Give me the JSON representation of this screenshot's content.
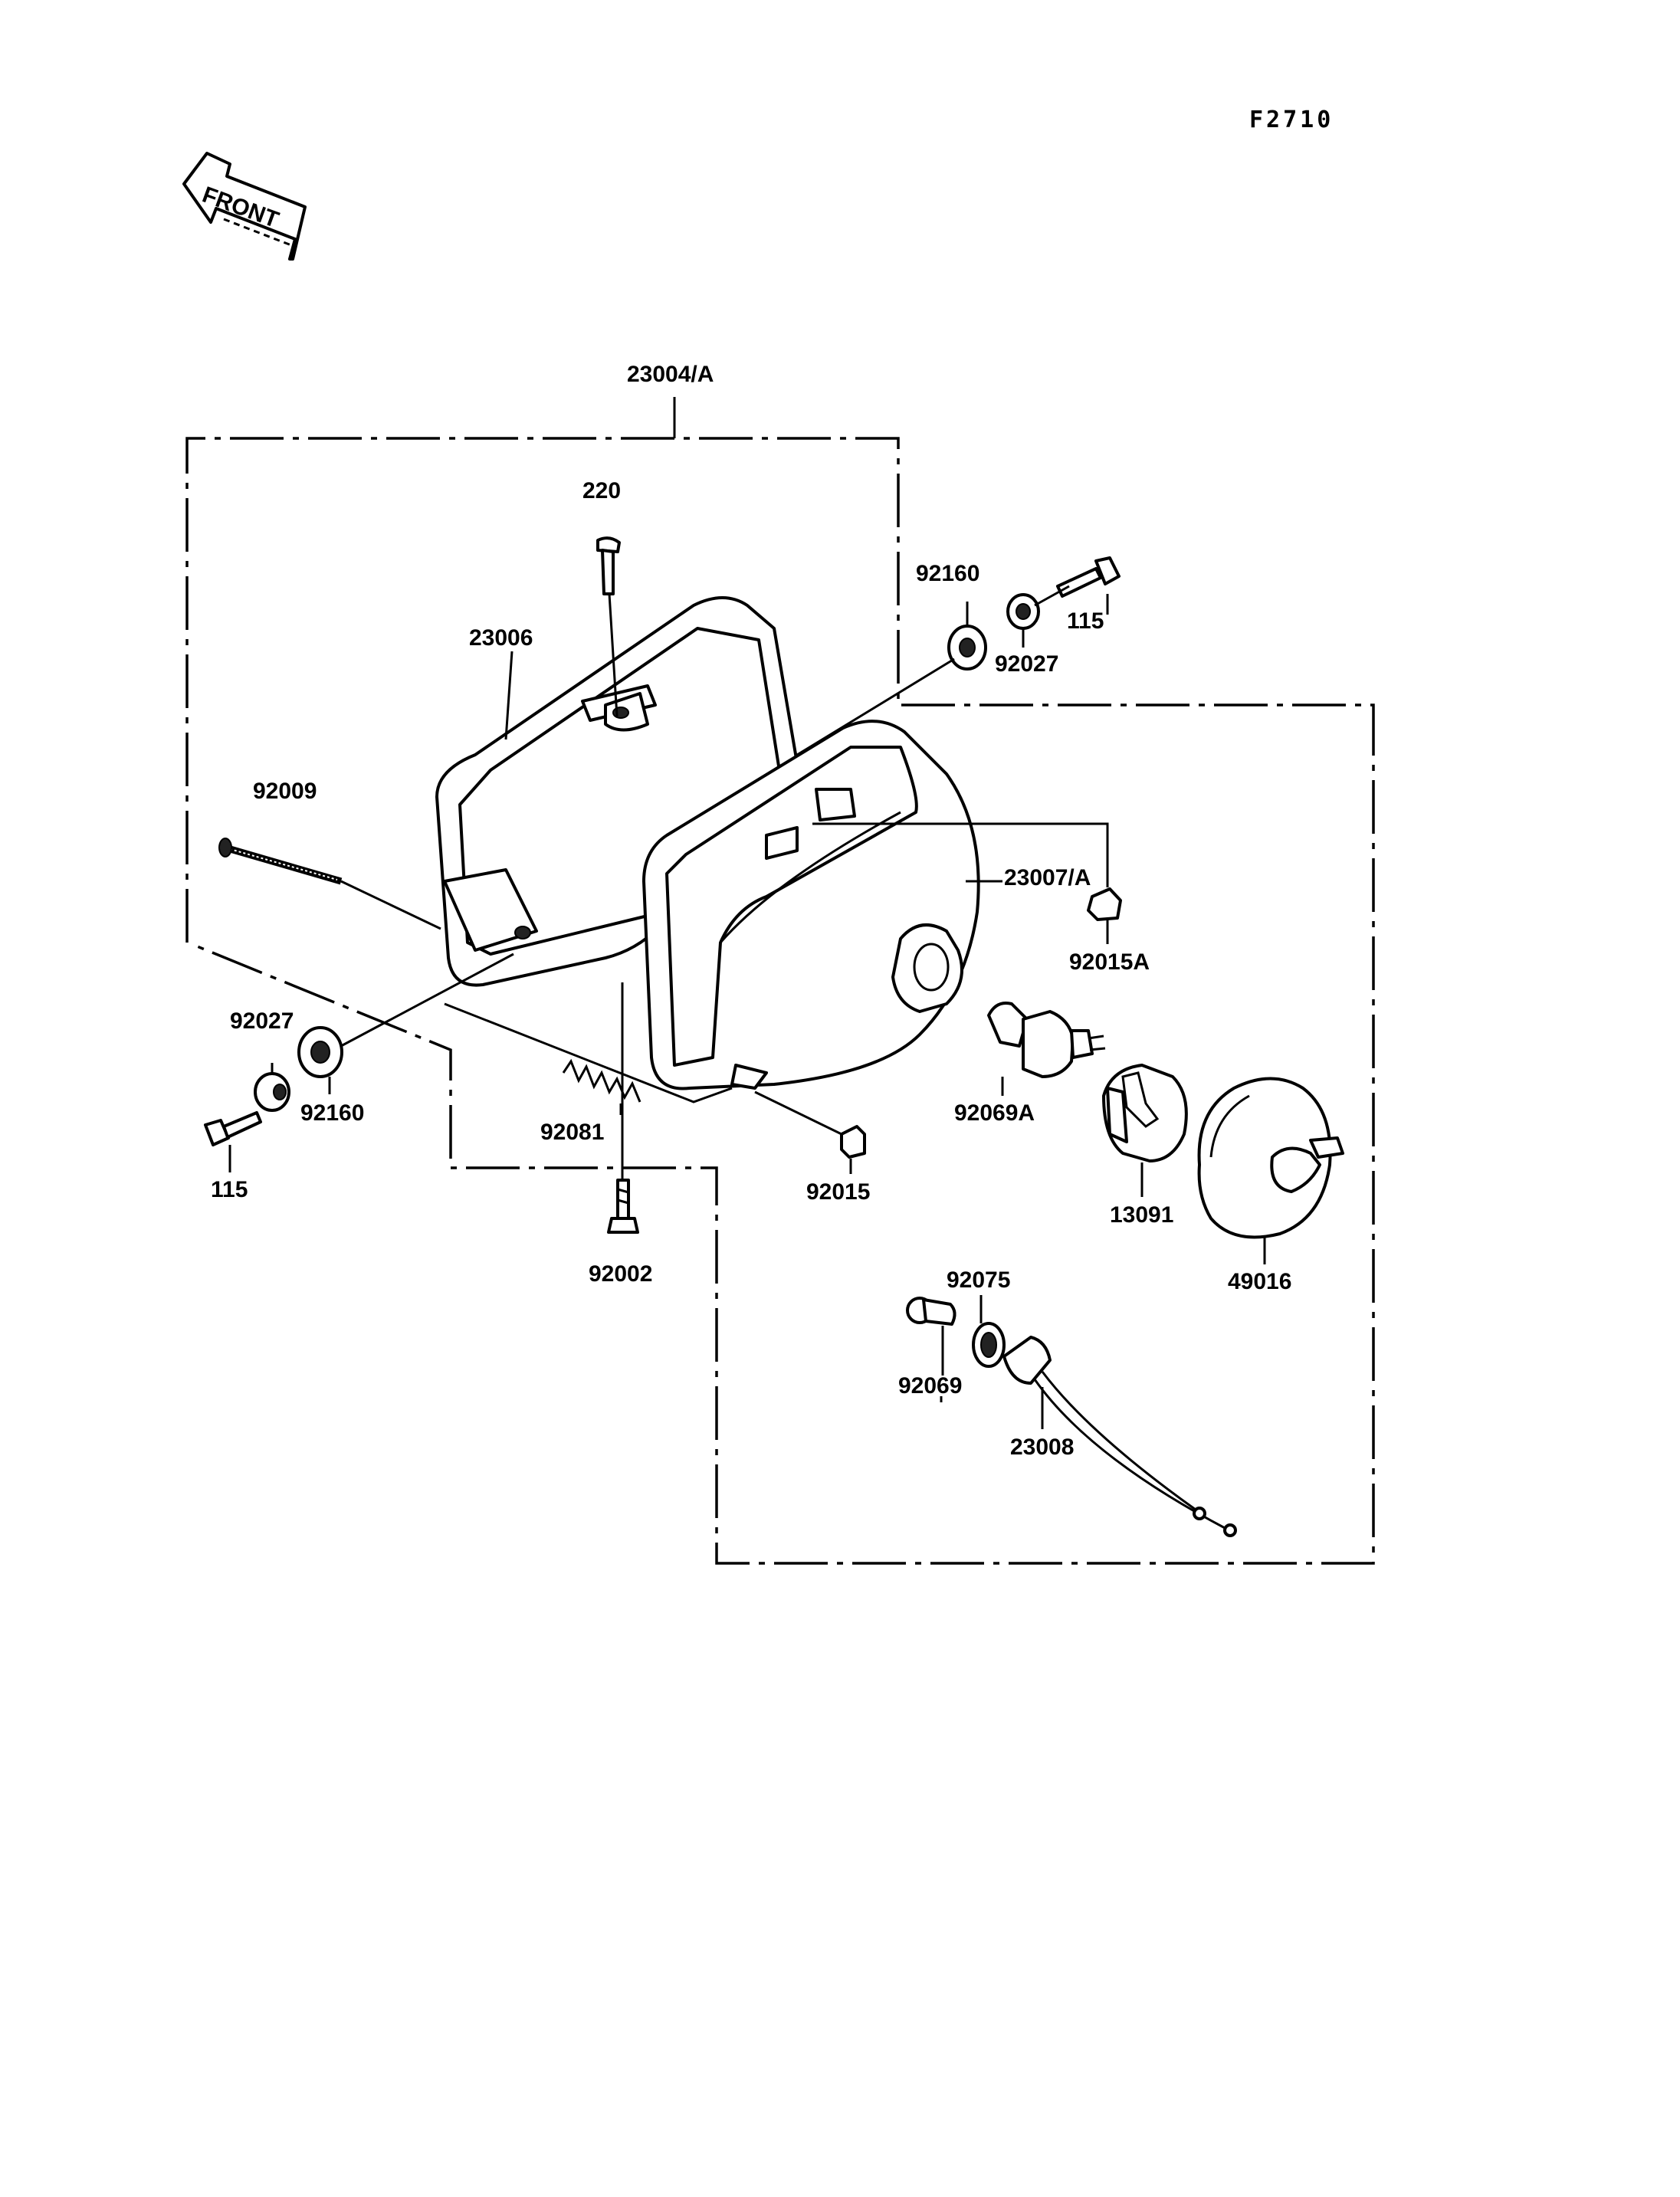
{
  "drawing_code": "F2710",
  "front_badge": "FRONT",
  "labels": {
    "assembly": "23004/A",
    "screw_top": "220",
    "rim": "23006",
    "damper_right": "92160",
    "collar_right": "92027",
    "bolt_right": "115",
    "adjust_screw": "92009",
    "unit": "23007/A",
    "nut_right": "92015A",
    "collar_left": "92027",
    "damper_left": "92160",
    "bolt_left": "115",
    "spring": "92081",
    "nut_bottom": "92015",
    "screw_bottom": "92002",
    "bulb_main": "92069A",
    "socket": "13091",
    "cover": "49016",
    "grommet": "92075",
    "bulb_small": "92069",
    "socket_wire": "23008"
  }
}
